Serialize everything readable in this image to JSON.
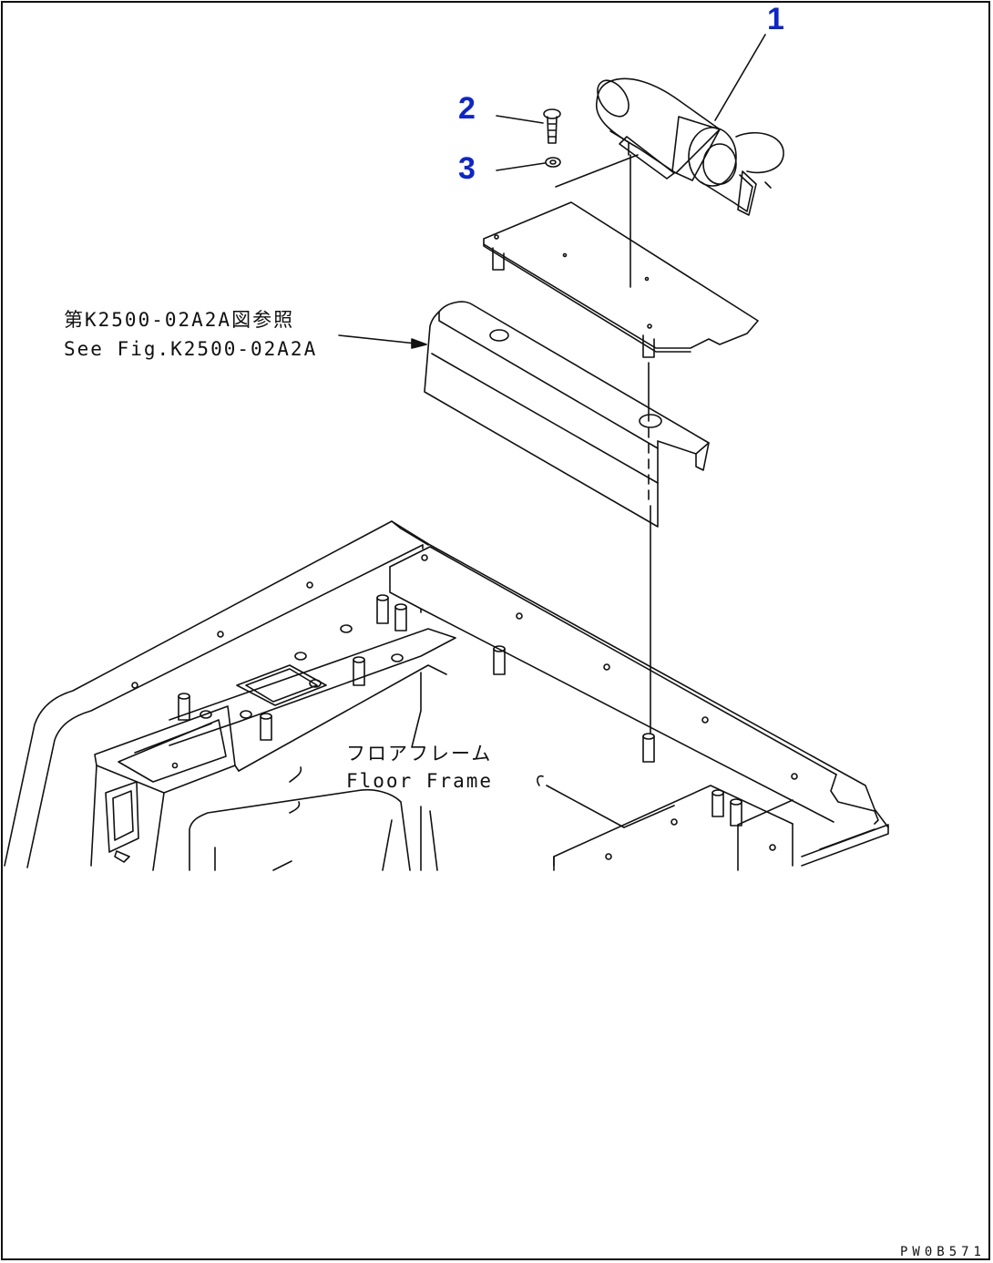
{
  "callouts": {
    "item1": "1",
    "item2": "2",
    "item3": "3"
  },
  "reference": {
    "line_jp": "第K2500-02A2A図参照",
    "line_en": "See Fig.K2500-02A2A"
  },
  "floor_frame": {
    "line_jp": "フロアフレーム",
    "line_en": "Floor Frame"
  },
  "drawing_code": "PW0B571",
  "colors": {
    "callout": "#0b24d6",
    "line": "#111111"
  }
}
